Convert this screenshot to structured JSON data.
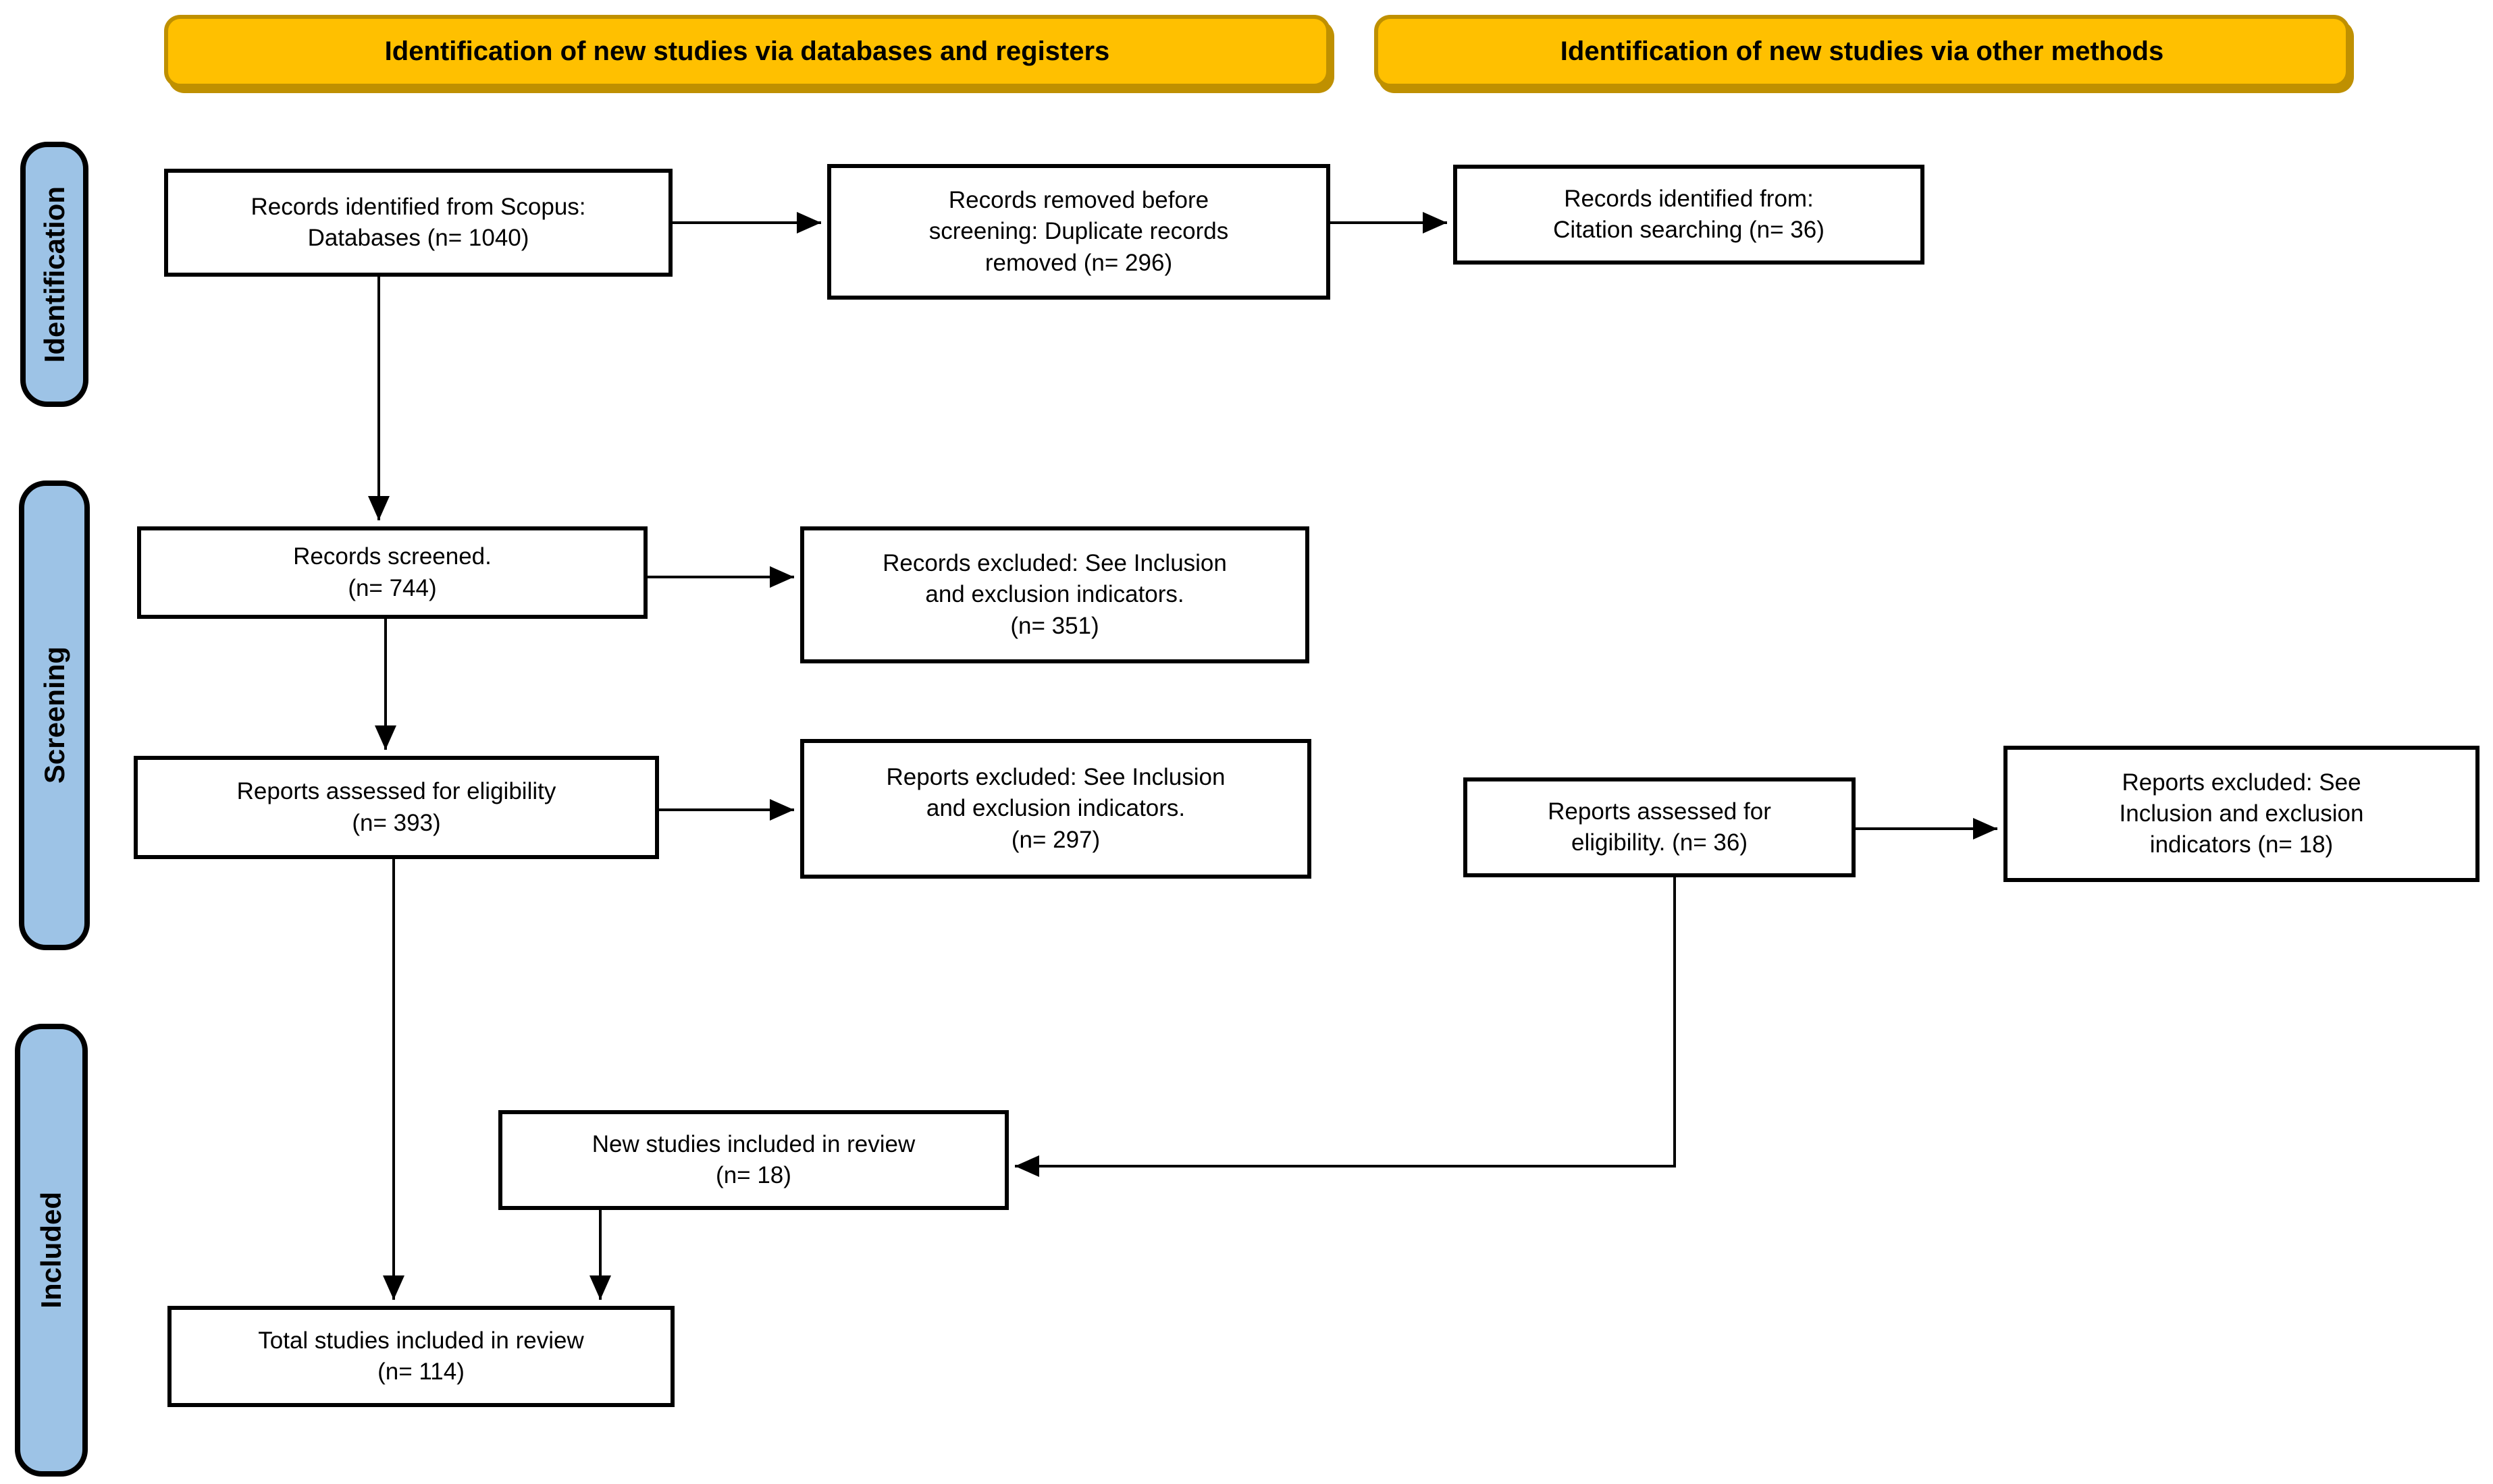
{
  "colors": {
    "header_fill": "#FFC000",
    "header_border": "#BF9000",
    "stage_fill": "#9DC3E6",
    "stage_border": "#000000",
    "box_border": "#000000",
    "line_color": "#000000",
    "text_color": "#000000",
    "background": "#FFFFFF"
  },
  "headers": [
    {
      "id": "databases_registers",
      "label": "Identification of new studies via databases and registers"
    },
    {
      "id": "other_methods",
      "label": "Identification of new studies via other methods"
    }
  ],
  "stages": [
    {
      "id": "identification",
      "label": "Identification"
    },
    {
      "id": "screening",
      "label": "Screening"
    },
    {
      "id": "included",
      "label": "Included"
    }
  ],
  "nodes": {
    "records_identified": {
      "label": [
        "Records identified from Scopus:",
        "Databases (n= 1040)"
      ],
      "n": 1040
    },
    "records_removed": {
      "label": [
        "Records removed before",
        "screening: Duplicate records",
        "removed (n= 296)"
      ],
      "n": 296
    },
    "records_citation": {
      "label": [
        "Records identified from:",
        "Citation searching (n= 36)"
      ],
      "n": 36
    },
    "records_screened": {
      "label": [
        "Records screened.",
        "(n= 744)"
      ],
      "n": 744
    },
    "records_excluded": {
      "label": [
        "Records excluded: See Inclusion",
        "and exclusion indicators.",
        "(n= 351)"
      ],
      "n": 351
    },
    "reports_assessed": {
      "label": [
        "Reports assessed for eligibility",
        "(n= 393)"
      ],
      "n": 393
    },
    "reports_excluded": {
      "label": [
        "Reports excluded: See Inclusion",
        "and exclusion indicators.",
        "(n= 297)"
      ],
      "n": 297
    },
    "reports_assessed_other": {
      "label": [
        "Reports assessed for",
        "eligibility. (n= 36)"
      ],
      "n": 36
    },
    "reports_excluded_other": {
      "label": [
        "Reports excluded: See",
        "Inclusion and exclusion",
        "indicators (n= 18)"
      ],
      "n": 18
    },
    "new_studies_included": {
      "label": [
        "New studies included in review",
        "(n= 18)"
      ],
      "n": 18
    },
    "total_studies_included": {
      "label": [
        "Total studies included in review",
        "(n= 114)"
      ],
      "n": 114
    }
  },
  "edges": [
    {
      "from": "records_identified",
      "to": "records_removed"
    },
    {
      "from": "records_removed",
      "to": "records_citation"
    },
    {
      "from": "records_identified",
      "to": "records_screened"
    },
    {
      "from": "records_screened",
      "to": "records_excluded"
    },
    {
      "from": "records_screened",
      "to": "reports_assessed"
    },
    {
      "from": "reports_assessed",
      "to": "reports_excluded"
    },
    {
      "from": "reports_assessed_other",
      "to": "reports_excluded_other"
    },
    {
      "from": "reports_assessed_other",
      "to": "new_studies_included"
    },
    {
      "from": "reports_assessed",
      "to": "total_studies_included"
    },
    {
      "from": "new_studies_included",
      "to": "total_studies_included"
    }
  ]
}
